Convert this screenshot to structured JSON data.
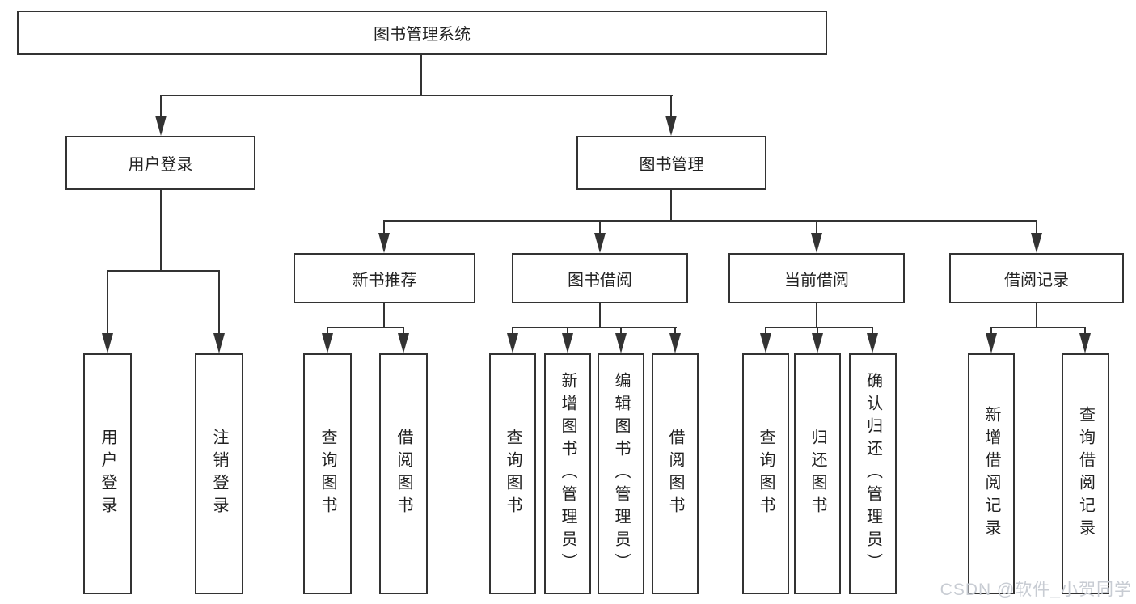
{
  "diagram": {
    "root": {
      "label": "图书管理系统"
    },
    "branches": [
      {
        "label": "用户登录",
        "children": [
          {
            "label": "用户登录"
          },
          {
            "label": "注销登录"
          }
        ]
      },
      {
        "label": "图书管理",
        "children": [
          {
            "label": "新书推荐",
            "children": [
              {
                "label": "查询图书"
              },
              {
                "label": "借阅图书"
              }
            ]
          },
          {
            "label": "图书借阅",
            "children": [
              {
                "label": "查询图书"
              },
              {
                "label": "新增图书（管理员）"
              },
              {
                "label": "编辑图书（管理员）"
              },
              {
                "label": "借阅图书"
              }
            ]
          },
          {
            "label": "当前借阅",
            "children": [
              {
                "label": "查询图书"
              },
              {
                "label": "归还图书"
              },
              {
                "label": "确认归还（管理员）"
              }
            ]
          },
          {
            "label": "借阅记录",
            "children": [
              {
                "label": "新增借阅记录"
              },
              {
                "label": "查询借阅记录"
              }
            ]
          }
        ]
      }
    ]
  },
  "watermark": "CSDN @软件_小贺同学",
  "colors": {
    "line": "#333333",
    "text": "#222222",
    "background": "#ffffff",
    "watermark": "#c8ccd3"
  }
}
